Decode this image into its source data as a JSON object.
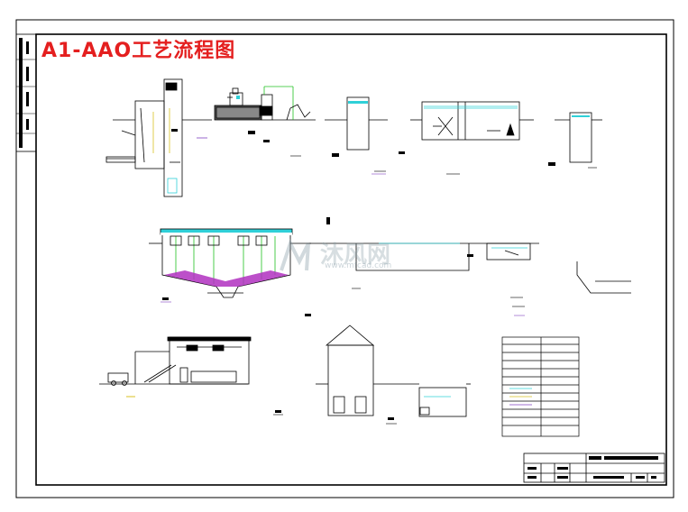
{
  "drawing": {
    "title": "A1-AAO工艺流程图",
    "watermark_text": "沐风网",
    "watermark_url": "www.mfcad.com"
  },
  "title_block": {
    "drawing_name": "A1-AAO工艺流程图",
    "project_name": "",
    "sheet_no": ""
  },
  "colors": {
    "border": "#000000",
    "title_red": "#e41f1f",
    "water_cyan": "#2fd0d8",
    "sludge_magenta": "#b030c0",
    "flow_green": "#20c020",
    "pipe_yellow": "#d8c020"
  },
  "legend_table": {
    "rows": 13,
    "columns": 2
  }
}
